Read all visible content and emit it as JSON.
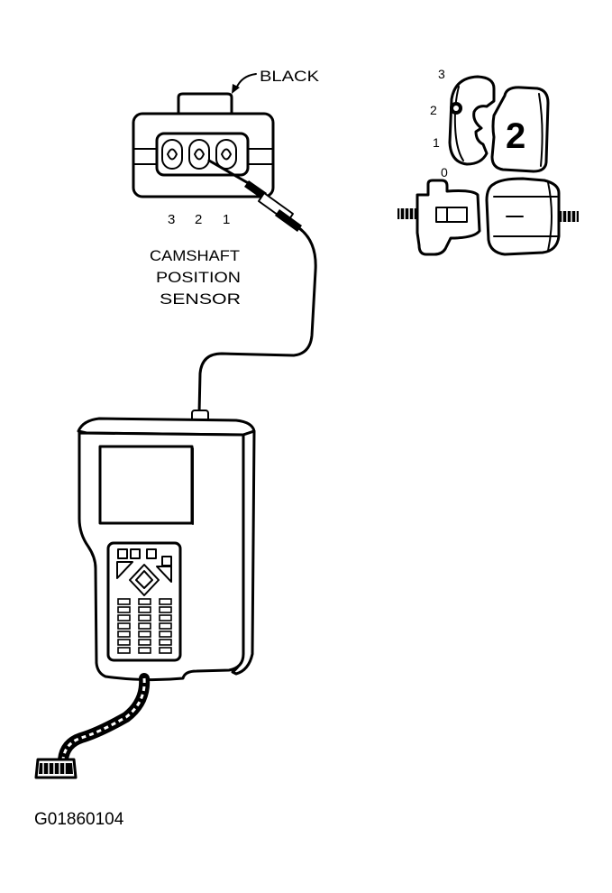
{
  "labels": {
    "connector_color": "BLACK",
    "pin_numbers": [
      "3",
      "2",
      "1"
    ],
    "sensor_name_lines": [
      "CAMSHAFT",
      "POSITION",
      "SENSOR"
    ],
    "key_positions": [
      "3",
      "2",
      "1",
      "0"
    ],
    "key_number": "2",
    "figure_code": "G01860104"
  }
}
